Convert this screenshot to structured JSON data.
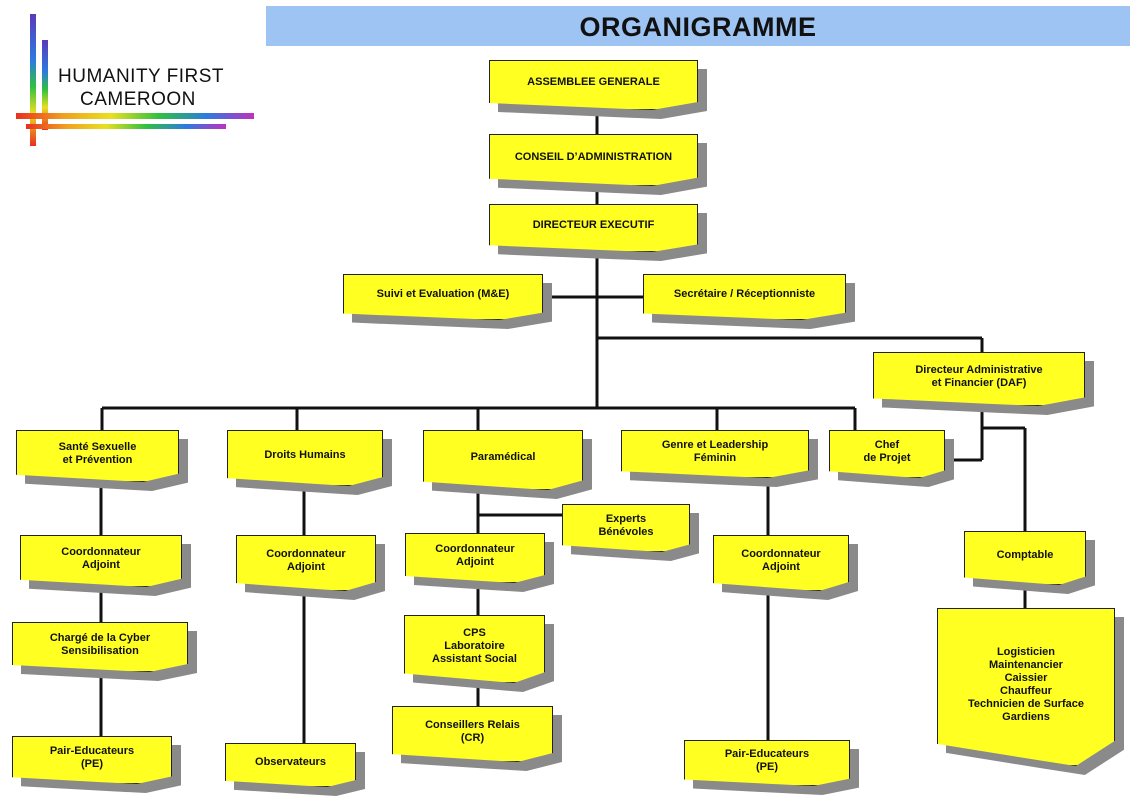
{
  "banner": {
    "title": "ORGANIGRAMME"
  },
  "logo": {
    "line1": "HUMANITY FIRST",
    "line2": "CAMEROON"
  },
  "boxes": {
    "assemblee": "ASSEMBLEE GENERALE",
    "conseil": "CONSEIL D’ADMINISTRATION",
    "directeur": "DIRECTEUR EXECUTIF",
    "suivi": "Suivi et Evaluation (M&E)",
    "secretaire": "Secrétaire / Réceptionniste",
    "daf": "Directeur Administrative\net Financier (DAF)",
    "sante": "Santé Sexuelle\net Prévention",
    "droits": "Droits Humains",
    "paramedical": "Paramédical",
    "genre": "Genre et Leadership\nFéminin",
    "chef": "Chef\nde Projet",
    "experts": "Experts\nBénévoles",
    "coord1": "Coordonnateur\nAdjoint",
    "coord2": "Coordonnateur\nAdjoint",
    "coord3": "Coordonnateur\nAdjoint",
    "coord4": "Coordonnateur\nAdjoint",
    "comptable": "Comptable",
    "cyber": "Chargé de la Cyber\nSensibilisation",
    "cps": "CPS\nLaboratoire\nAssistant Social",
    "logistique": "Logisticien\nMaintenancier\nCaissier\nChauffeur\nTechnicien de Surface\nGardiens",
    "conseillers": "Conseillers Relais\n(CR)",
    "pair1": "Pair-Educateurs\n(PE)",
    "observateurs": "Observateurs",
    "pair2": "Pair-Educateurs\n(PE)"
  },
  "colors": {
    "box_fill": "#ffff22",
    "banner": "#9ec4f4",
    "shadow": "#8a8a8a"
  }
}
